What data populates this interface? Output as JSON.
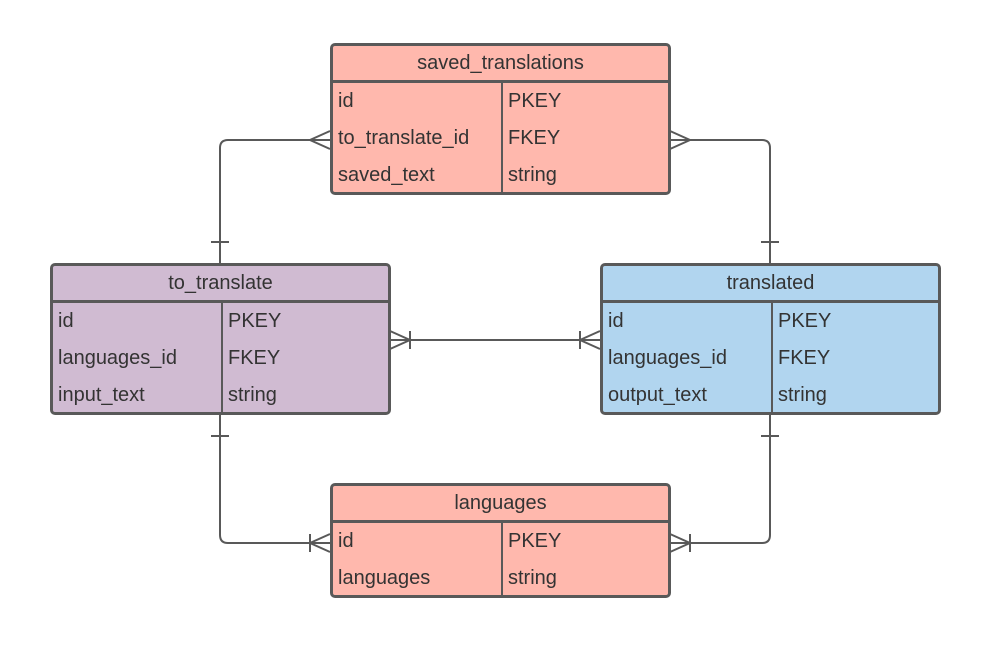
{
  "diagram": {
    "colors": {
      "pink": "#ffb8ad",
      "purple": "#d0bbd2",
      "blue": "#b1d5ef",
      "line": "#595959"
    },
    "entities": {
      "saved_translations": {
        "title": "saved_translations",
        "rows": [
          {
            "name": "id",
            "type": "PKEY"
          },
          {
            "name": "to_translate_id",
            "type": "FKEY"
          },
          {
            "name": "saved_text",
            "type": "string"
          }
        ]
      },
      "to_translate": {
        "title": "to_translate",
        "rows": [
          {
            "name": "id",
            "type": "PKEY"
          },
          {
            "name": "languages_id",
            "type": "FKEY"
          },
          {
            "name": "input_text",
            "type": "string"
          }
        ]
      },
      "translated": {
        "title": "translated",
        "rows": [
          {
            "name": "id",
            "type": "PKEY"
          },
          {
            "name": "languages_id",
            "type": "FKEY"
          },
          {
            "name": "output_text",
            "type": "string"
          }
        ]
      },
      "languages": {
        "title": "languages",
        "rows": [
          {
            "name": "id",
            "type": "PKEY"
          },
          {
            "name": "languages",
            "type": "string"
          }
        ]
      }
    },
    "relationships": [
      {
        "from": "to_translate",
        "from_end": "one",
        "to": "saved_translations",
        "to_end": "many"
      },
      {
        "from": "translated",
        "from_end": "one",
        "to": "saved_translations",
        "to_end": "many"
      },
      {
        "from": "to_translate",
        "from_end": "one-or-many",
        "to": "translated",
        "to_end": "one-or-many"
      },
      {
        "from": "to_translate",
        "from_end": "one",
        "to": "languages",
        "to_end": "one-or-many"
      },
      {
        "from": "translated",
        "from_end": "one",
        "to": "languages",
        "to_end": "one-or-many"
      }
    ]
  }
}
